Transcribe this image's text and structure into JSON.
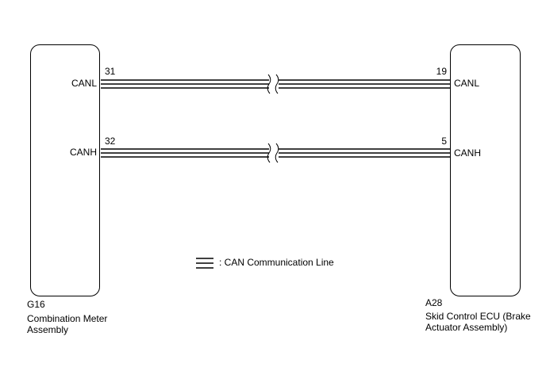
{
  "components": {
    "left": {
      "code": "G16",
      "name_line1": "Combination Meter",
      "name_line2": "Assembly"
    },
    "right": {
      "code": "A28",
      "name_line1": "Skid Control ECU (Brake",
      "name_line2": "Actuator Assembly)"
    }
  },
  "wires": [
    {
      "left_pin": "31",
      "left_signal": "CANL",
      "right_pin": "19",
      "right_signal": "CANL"
    },
    {
      "left_pin": "32",
      "left_signal": "CANH",
      "right_pin": "5",
      "right_signal": "CANH"
    }
  ],
  "legend": {
    "label": ": CAN Communication Line"
  }
}
